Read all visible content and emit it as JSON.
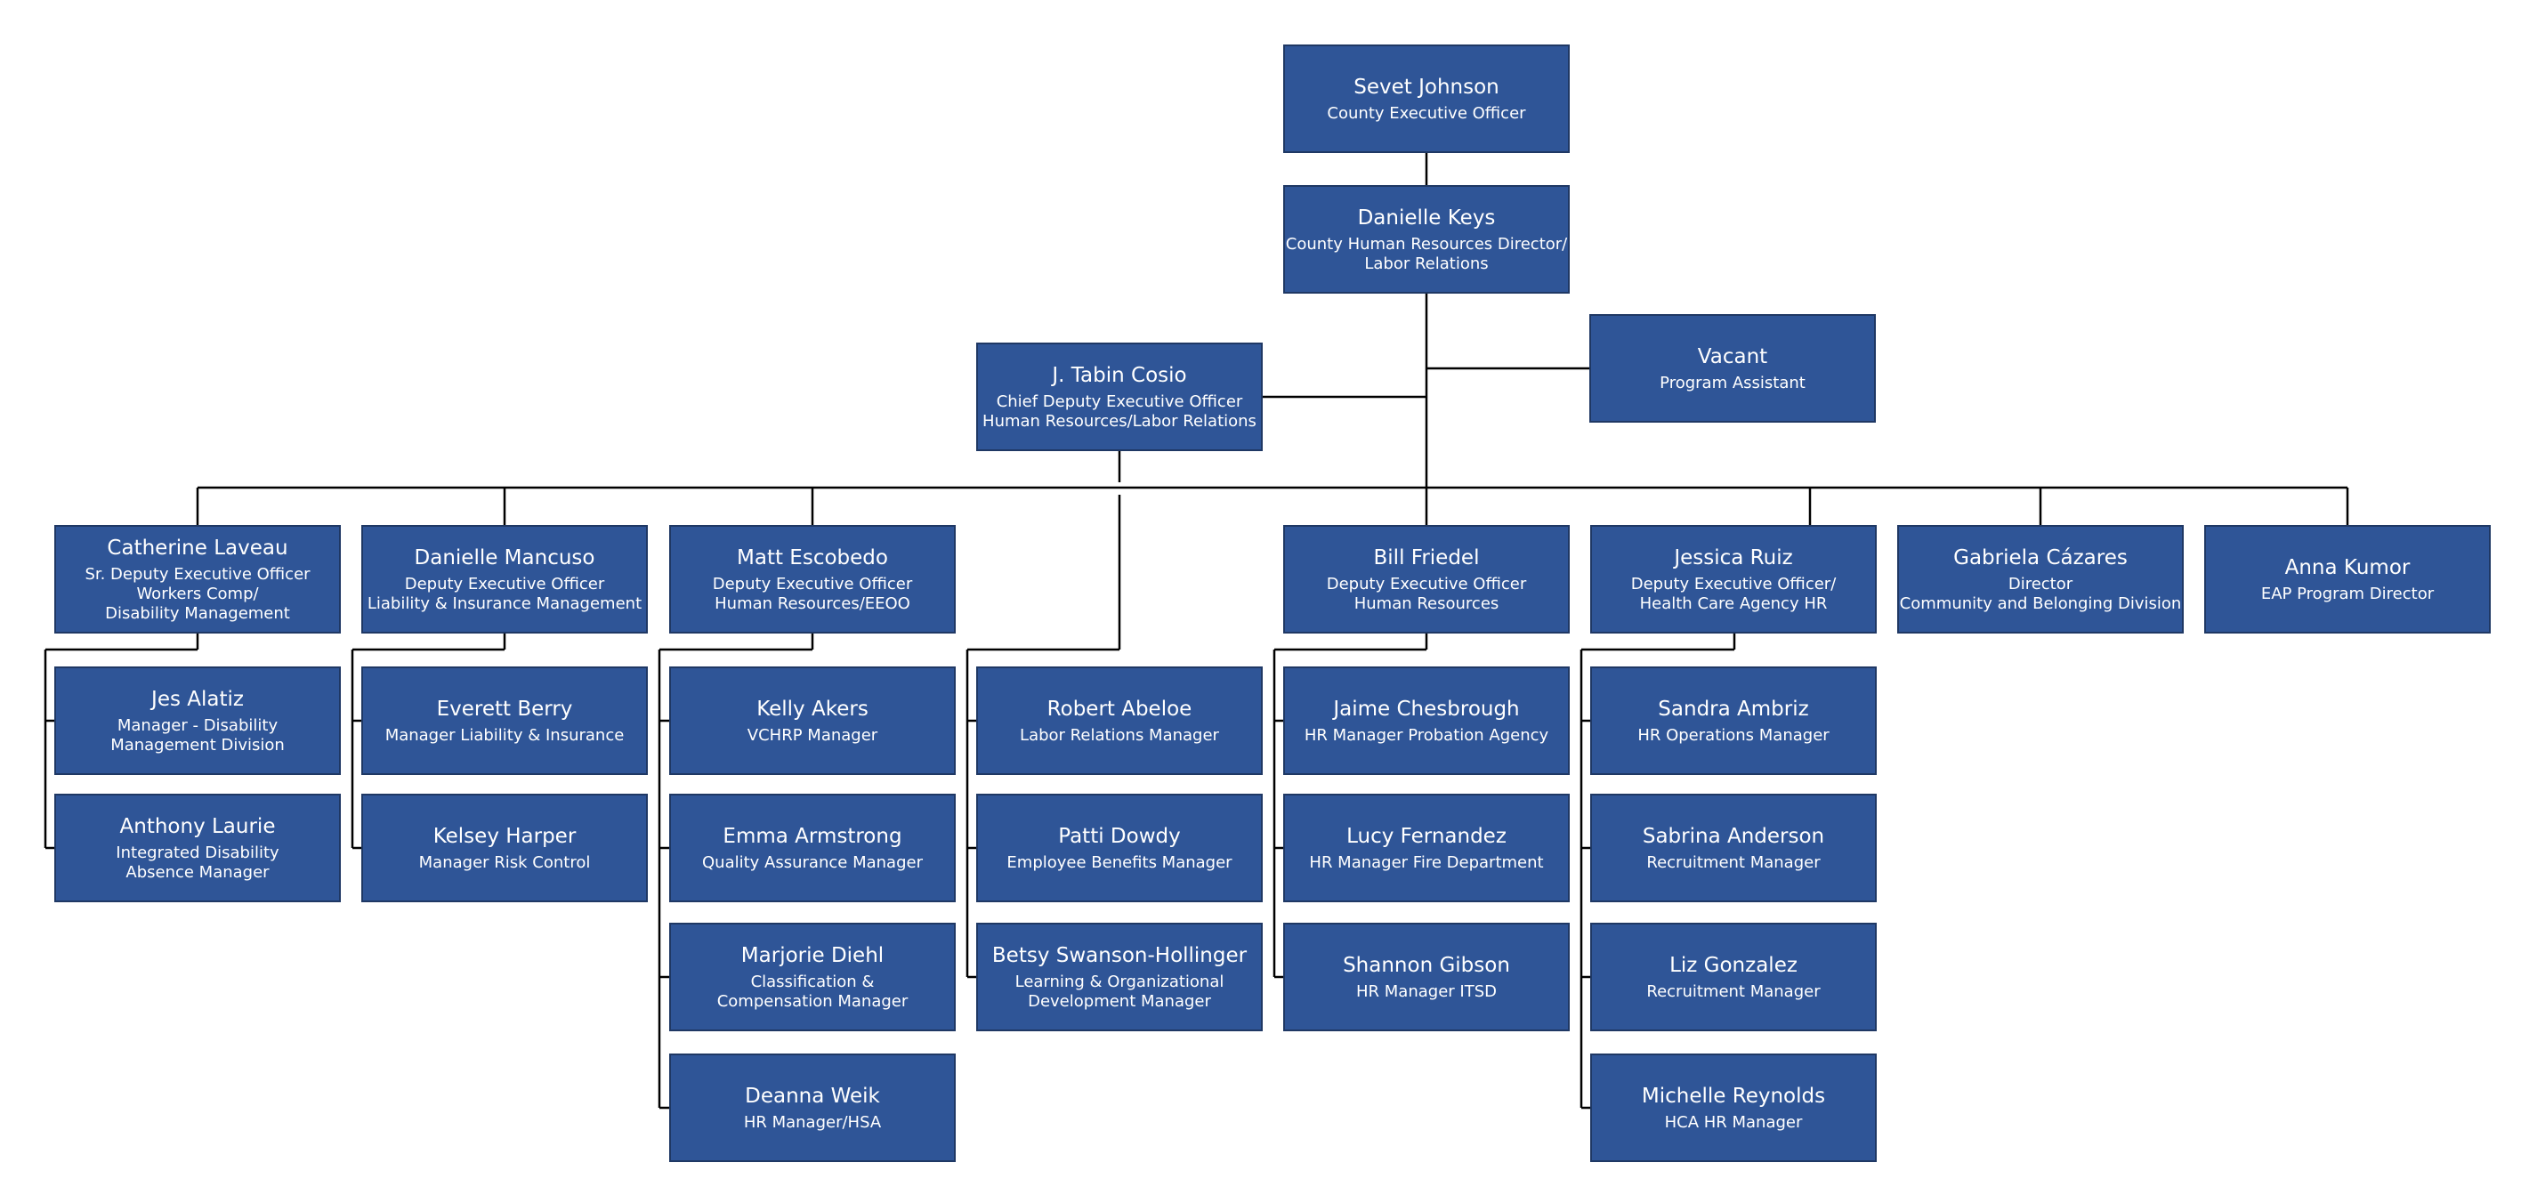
{
  "colors": {
    "box_fill": "#2f5597",
    "box_border": "#1f3864",
    "text": "#ffffff",
    "line": "#000000"
  },
  "nodes": {
    "sevet": {
      "name": "Sevet Johnson",
      "title": "County Executive Officer"
    },
    "keys": {
      "name": "Danielle Keys",
      "title": "County Human Resources Director/\nLabor Relations"
    },
    "vacant": {
      "name": "Vacant",
      "title": "Program Assistant"
    },
    "cosio": {
      "name": "J. Tabin Cosio",
      "title": "Chief Deputy Executive Officer\nHuman Resources/Labor Relations"
    },
    "laveau": {
      "name": "Catherine Laveau",
      "title": "Sr. Deputy Executive Officer\nWorkers Comp/\nDisability Management"
    },
    "mancuso": {
      "name": "Danielle Mancuso",
      "title": "Deputy Executive Officer\nLiability & Insurance Management"
    },
    "escobedo": {
      "name": "Matt Escobedo",
      "title": "Deputy Executive Officer\nHuman Resources/EEOO"
    },
    "friedel": {
      "name": "Bill Friedel",
      "title": "Deputy Executive Officer\nHuman Resources"
    },
    "ruiz": {
      "name": "Jessica Ruiz",
      "title": "Deputy Executive Officer/\nHealth Care Agency HR"
    },
    "cazares": {
      "name": "Gabriela Cázares",
      "title": "Director\nCommunity and Belonging Division"
    },
    "kumor": {
      "name": "Anna Kumor",
      "title": "EAP Program Director"
    },
    "alatiz": {
      "name": "Jes Alatiz",
      "title": "Manager - Disability\nManagement Division"
    },
    "laurie": {
      "name": "Anthony Laurie",
      "title": "Integrated Disability\nAbsence Manager"
    },
    "berry": {
      "name": "Everett Berry",
      "title": "Manager Liability & Insurance"
    },
    "harper": {
      "name": "Kelsey Harper",
      "title": "Manager Risk Control"
    },
    "akers": {
      "name": "Kelly Akers",
      "title": "VCHRP Manager"
    },
    "armstrong": {
      "name": "Emma Armstrong",
      "title": "Quality Assurance Manager"
    },
    "diehl": {
      "name": "Marjorie Diehl",
      "title": "Classification &\nCompensation Manager"
    },
    "weik": {
      "name": "Deanna Weik",
      "title": "HR Manager/HSA"
    },
    "abeloe": {
      "name": "Robert Abeloe",
      "title": "Labor Relations Manager"
    },
    "dowdy": {
      "name": "Patti Dowdy",
      "title": "Employee Benefits Manager"
    },
    "swanson": {
      "name": "Betsy Swanson-Hollinger",
      "title": "Learning & Organizational\nDevelopment Manager"
    },
    "chesbrough": {
      "name": "Jaime Chesbrough",
      "title": "HR Manager Probation Agency"
    },
    "fernandez": {
      "name": "Lucy Fernandez",
      "title": "HR Manager Fire Department"
    },
    "gibson": {
      "name": "Shannon Gibson",
      "title": "HR Manager ITSD"
    },
    "ambriz": {
      "name": "Sandra Ambriz",
      "title": "HR Operations Manager"
    },
    "anderson": {
      "name": "Sabrina Anderson",
      "title": "Recruitment Manager"
    },
    "gonzalez": {
      "name": "Liz Gonzalez",
      "title": "Recruitment Manager"
    },
    "reynolds": {
      "name": "Michelle Reynolds",
      "title": "HCA HR Manager"
    }
  }
}
